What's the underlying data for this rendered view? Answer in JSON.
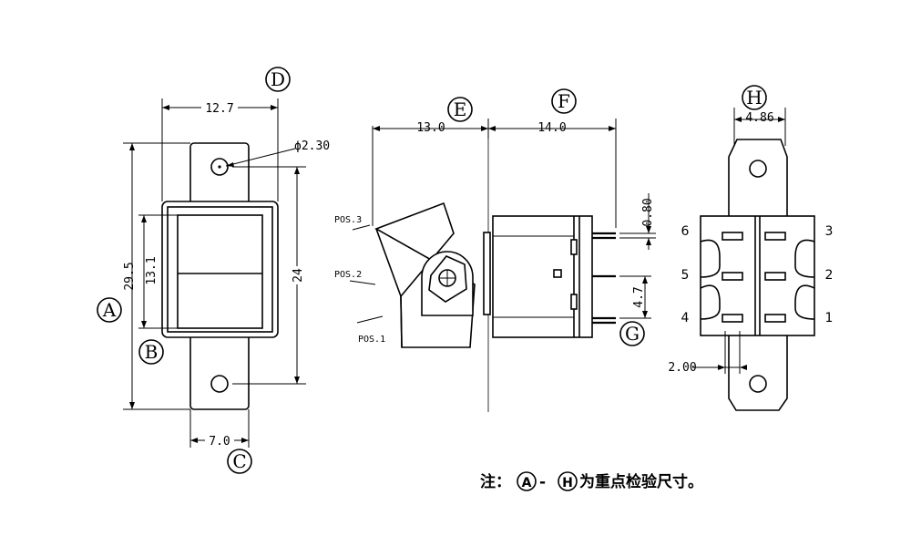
{
  "front_view": {
    "dims": {
      "width_top": "12.7",
      "height_total": "29.5",
      "height_body": "13.1",
      "height_holes": "24",
      "hole_dia": "ϕ2.30",
      "width_bottom": "7.0"
    },
    "labels": {
      "a": "A",
      "b": "B",
      "c": "C",
      "d": "D"
    }
  },
  "side_view": {
    "dims": {
      "rocker_len": "13.0",
      "body_len": "14.0",
      "pin_thick": "0.80",
      "pin_pitch": "4.7"
    },
    "positions": [
      "POS.3",
      "POS.2",
      "POS.1"
    ],
    "labels": {
      "e": "E",
      "f": "F",
      "g": "G"
    }
  },
  "terminal_view": {
    "dims": {
      "tab_width": "4.86",
      "pin_spacing": "2.00"
    },
    "pins_left": [
      "6",
      "5",
      "4"
    ],
    "pins_right": [
      "3",
      "2",
      "1"
    ],
    "labels": {
      "h": "H"
    }
  },
  "note": {
    "prefix": "注：",
    "from": "A",
    "dash": "-",
    "to": "H",
    "suffix": "为重点检验尺寸。"
  }
}
